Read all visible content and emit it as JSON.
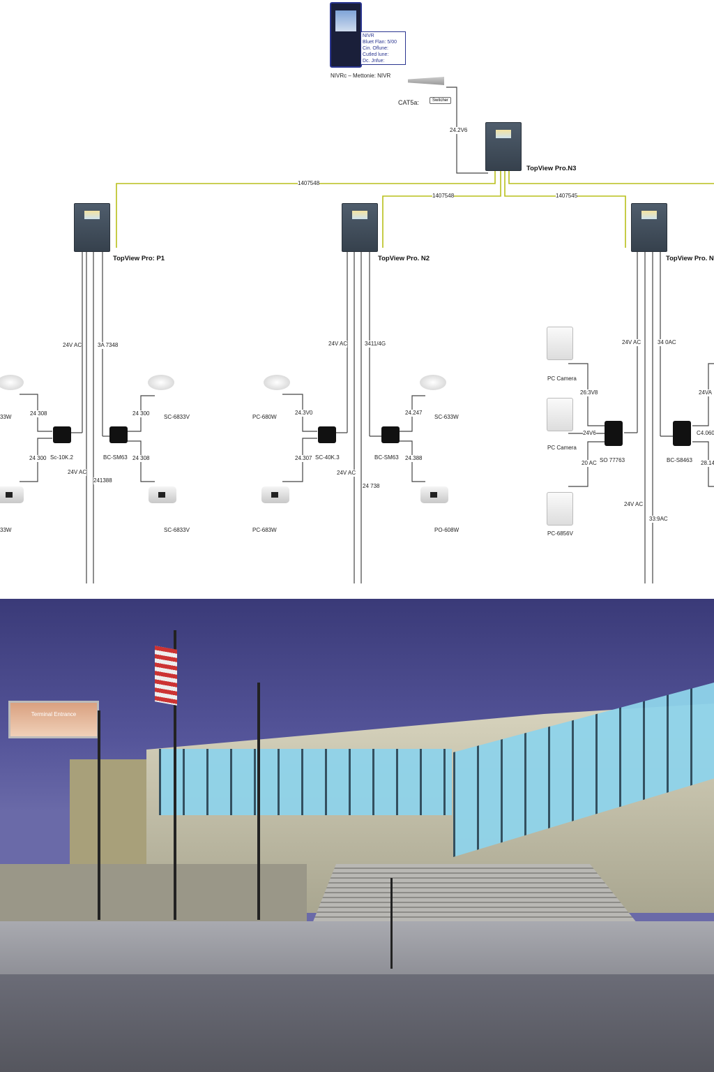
{
  "kiosk": {
    "lines": [
      "NIVR",
      "Bluet Flan: 5/00",
      "Cin. Oflune:",
      "Cutled lune:",
      "Dc. Jnfue:"
    ]
  },
  "antenna_label": "NIVRc – Mettonie: NIVR",
  "cat_label": "CAT5a:",
  "switch_label": "Switcher",
  "labels": [
    "TopView Pro.N3",
    "TopView Pro: P1",
    "TopView Pro. N2",
    "TopView Pro. N",
    "1407548",
    "1407548",
    "1407545",
    "24.2V6",
    "24V AC",
    "3A 7348",
    "24 308",
    "24 300",
    "Sc-10K.2",
    "BC-SM63",
    "24 300",
    "24 308",
    "SC-6833V",
    "SC-6833V",
    "24V AC",
    "241388",
    "33W",
    "33W",
    "24V AC",
    "3411/4G",
    "PC-680W",
    "24.3V0",
    "24.307",
    "SC-40K.3",
    "BC-SM63",
    "24.247",
    "24.388",
    "SC-633W",
    "24V AC",
    "24 738",
    "PC-683W",
    "PO-608W",
    "PC Camera",
    "PC Camera",
    "PC-6856V",
    "26:3V8",
    "24V6",
    "20 AC",
    "SO 77763",
    "24V AC",
    "34 0AC",
    "24V AC",
    "33:9AC",
    "BC-S8463",
    "24VA",
    "C4.060",
    "28.14"
  ],
  "photo": {
    "sign_text": "Terminal Entrance"
  },
  "colors": {
    "trunk": "#b8bf1a",
    "wire": "#333333"
  }
}
